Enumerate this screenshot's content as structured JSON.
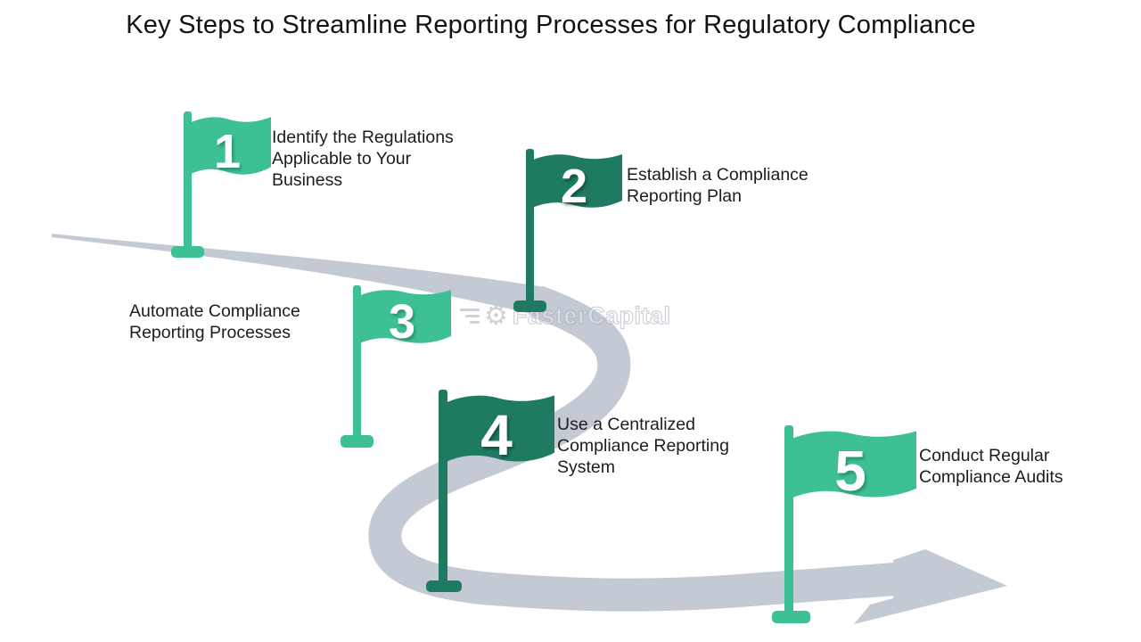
{
  "title": "Key Steps to Streamline Reporting Processes for Regulatory Compliance",
  "watermark": {
    "text": "FasterCapital"
  },
  "colors": {
    "light_green": "#3ec096",
    "dark_green": "#1e7b61",
    "road_gray": "#c4cad4",
    "text_dark": "#1d1d1d",
    "number_white": "#ffffff"
  },
  "steps": [
    {
      "number": "1",
      "flag_color": "light_green",
      "label": "Identify the Regulations\nApplicable to Your\nBusiness"
    },
    {
      "number": "2",
      "flag_color": "dark_green",
      "label": "Establish a Compliance\nReporting Plan"
    },
    {
      "number": "3",
      "flag_color": "light_green",
      "label": "Automate Compliance\nReporting Processes"
    },
    {
      "number": "4",
      "flag_color": "dark_green",
      "label": "Use a Centralized\nCompliance Reporting\nSystem"
    },
    {
      "number": "5",
      "flag_color": "light_green",
      "label": "Conduct Regular\nCompliance Audits"
    }
  ]
}
